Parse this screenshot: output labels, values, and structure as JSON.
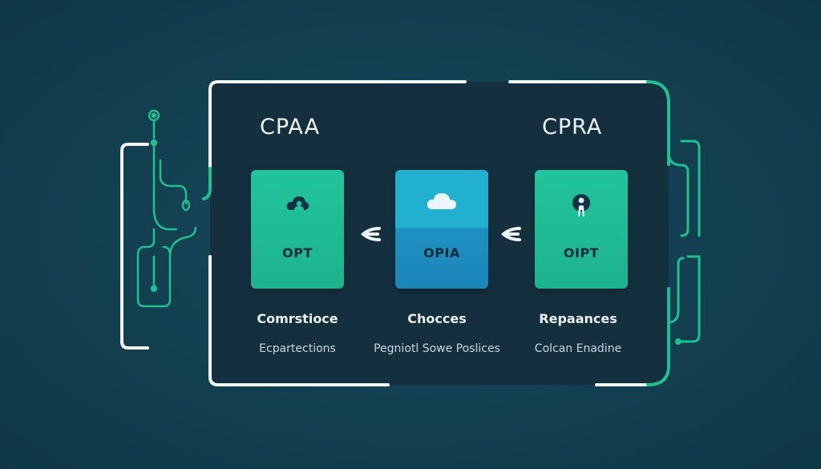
{
  "headings": {
    "left": "CPAA",
    "right": "CPRA"
  },
  "cards": [
    {
      "code": "OPT",
      "label": "Comrstioce",
      "sub": "Ecpartections",
      "icon": "cloud-person-icon"
    },
    {
      "code": "OPIA",
      "label": "Chocces",
      "sub": "Pegniotl Sowe Poslices",
      "icon": "cloud-icon"
    },
    {
      "code": "OIPT",
      "label": "Repaances",
      "sub": "Colcan Enadine",
      "icon": "person-keyhole-icon"
    }
  ],
  "colors": {
    "background": "#123f50",
    "panel": "#14303f",
    "card_green": "#21c49c",
    "card_blue": "#1d8fc0",
    "frame_white": "#f2f5f6",
    "accent_teal": "#1fbf8f"
  }
}
